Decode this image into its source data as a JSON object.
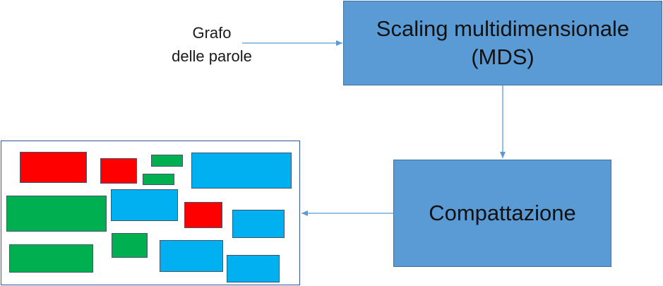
{
  "input_label": {
    "line1": "Grafo",
    "line2": "delle parole"
  },
  "mds_box": {
    "line1": "Scaling multidimensionale",
    "line2": "(MDS)"
  },
  "compaction_box": {
    "label": "Compattazione"
  },
  "colors": {
    "process_box_fill": "#5b9bd5",
    "process_box_border": "#41719c",
    "arrow": "#5b9bd5",
    "red": "#ff0000",
    "green": "#00b050",
    "blue": "#00b0f0"
  }
}
